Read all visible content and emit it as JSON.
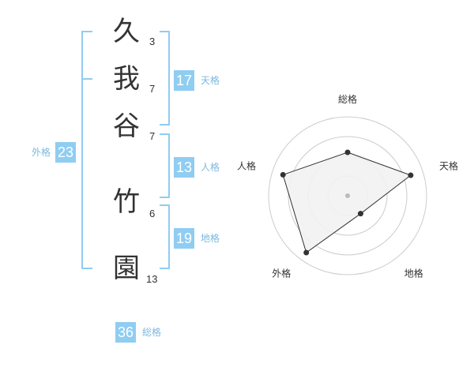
{
  "name": {
    "characters": [
      {
        "char": "久",
        "strokes": "3"
      },
      {
        "char": "我",
        "strokes": "7"
      },
      {
        "char": "谷",
        "strokes": "7"
      },
      {
        "char": "竹",
        "strokes": "6"
      },
      {
        "char": "園",
        "strokes": "13"
      }
    ]
  },
  "scores": {
    "tenkaku": {
      "value": "17",
      "label": "天格"
    },
    "jinkaku": {
      "value": "13",
      "label": "人格"
    },
    "chikaku": {
      "value": "19",
      "label": "地格"
    },
    "gaikaku": {
      "value": "23",
      "label": "外格"
    },
    "soukaku": {
      "value": "36",
      "label": "総格"
    }
  },
  "colors": {
    "accent": "#8fcdf2",
    "bracket": "#8fcdf2",
    "label": "#7cb9e0",
    "radar_fill": "#f2f2f2",
    "radar_grid": "#cccccc"
  },
  "chart_data": {
    "type": "radar",
    "axes": [
      "総格",
      "天格",
      "地格",
      "外格",
      "人格"
    ],
    "values": [
      0.55,
      0.84,
      0.28,
      0.89,
      0.86
    ],
    "range": [
      0,
      1
    ],
    "rings": 4
  }
}
